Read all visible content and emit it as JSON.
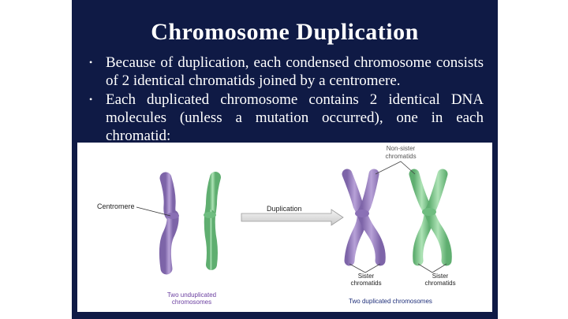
{
  "title": "Chromosome Duplication",
  "bullets": [
    "Because of duplication, each condensed chromosome consists of 2 identical chromatids joined by a centromere.",
    "Each duplicated chromosome contains 2 identical DNA molecules (unless a mutation occurred), one in each chromatid:"
  ],
  "bullet_glyph": "•",
  "figure": {
    "centromere_label": "Centromere",
    "duplication_label": "Duplication",
    "nonsister_line1": "Non-sister",
    "nonsister_line2": "chromatids",
    "sister_left_line1": "Sister",
    "sister_left_line2": "chromatids",
    "sister_right_line1": "Sister",
    "sister_right_line2": "chromatids",
    "undup_caption_line1": "Two unduplicated",
    "undup_caption_line2": "chromosomes",
    "dup_caption": "Two duplicated chromosomes"
  },
  "colors": {
    "background": "#0f1a45",
    "purple_chromosome": "#a48cc6",
    "green_chromosome": "#8fcf9a",
    "caption_purple": "#6b3fa0",
    "caption_navy": "#1f2f7a"
  }
}
